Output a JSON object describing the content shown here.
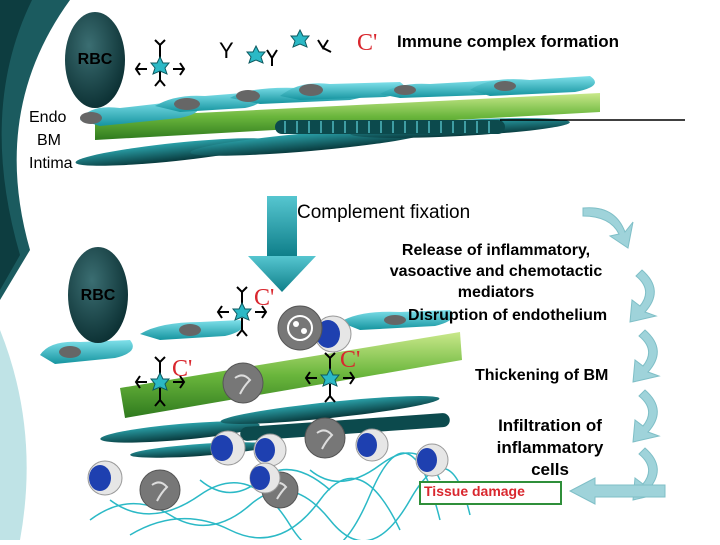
{
  "title": "Immune complex formation",
  "labels": {
    "rbc_top": "RBC",
    "rbc_bottom": "RBC",
    "endo": "Endo",
    "bm": "BM",
    "intima": "Intima",
    "complement_fixation": "Complement fixation",
    "release_line1": "Release of inflammatory,",
    "release_line2": "vasoactive and chemotactic",
    "release_line3": "mediators",
    "disruption": "Disruption of endothelium",
    "thickening": "Thickening of BM",
    "infiltration_line1": "Infiltration of",
    "infiltration_line2": "inflammatory",
    "infiltration_line3": "cells",
    "tissue_damage": "Tissue damage",
    "complement_symbol": "C'",
    "antibody_symbol": "Y"
  },
  "colors": {
    "rbc": "#0e3b3e",
    "endothelium": "#2bb9c6",
    "basement_membrane": "#5fae3a",
    "intima": "#0c5b5e",
    "antigen": "#2bb9c6",
    "complement": "#d9272e",
    "flow_arrow": "#9fd3da",
    "main_arrow": "#1a9aa6",
    "neutrophil_nucleus": "#1e40b0",
    "macrophage": "#777777",
    "tissue_box_border": "#2f8f3a",
    "tissue_text": "#d9272e"
  }
}
